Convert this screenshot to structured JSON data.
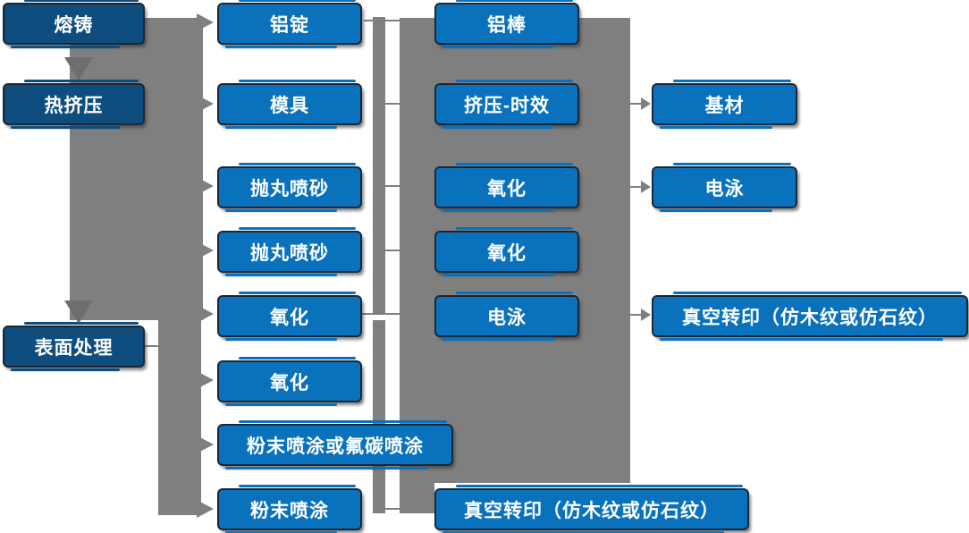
{
  "diagram": {
    "description": "Aluminium profile production process flowchart",
    "palette": {
      "background": "#ffffff",
      "node_dark_blue": "#0e4d7e",
      "node_bright_blue": "#0a72bd",
      "connector_gray": "#7f7f7f",
      "arrowhead_gray": "#6e6e6e",
      "node_border": "#1c2733",
      "text": "#ffffff"
    },
    "nodes": [
      {
        "id": "melt-casting",
        "label": "熔铸",
        "column": 1,
        "variant": "dark"
      },
      {
        "id": "hot-extrusion",
        "label": "热挤压",
        "column": 1,
        "variant": "dark"
      },
      {
        "id": "surface-treatment",
        "label": "表面处理",
        "column": 1,
        "variant": "dark"
      },
      {
        "id": "al-ingot",
        "label": "铝锭",
        "column": 2,
        "variant": "bright"
      },
      {
        "id": "mold",
        "label": "模具",
        "column": 2,
        "variant": "bright"
      },
      {
        "id": "shot-blasting-1",
        "label": "抛丸喷砂",
        "column": 2,
        "variant": "bright"
      },
      {
        "id": "shot-blasting-2",
        "label": "抛丸喷砂",
        "column": 2,
        "variant": "bright"
      },
      {
        "id": "oxidation-a",
        "label": "氧化",
        "column": 2,
        "variant": "bright"
      },
      {
        "id": "oxidation-b",
        "label": "氧化",
        "column": 2,
        "variant": "bright"
      },
      {
        "id": "powder-or-fluorocarbon",
        "label": "粉末喷涂或氟碳喷涂",
        "column": 2,
        "variant": "bright"
      },
      {
        "id": "powder-coating",
        "label": "粉末喷涂",
        "column": 2,
        "variant": "bright"
      },
      {
        "id": "al-rod",
        "label": "铝棒",
        "column": 3,
        "variant": "bright"
      },
      {
        "id": "extrusion-aging",
        "label": "挤压-时效",
        "column": 3,
        "variant": "bright"
      },
      {
        "id": "oxidation-c",
        "label": "氧化",
        "column": 3,
        "variant": "bright"
      },
      {
        "id": "oxidation-d",
        "label": "氧化",
        "column": 3,
        "variant": "bright"
      },
      {
        "id": "electrophoresis-a",
        "label": "电泳",
        "column": 3,
        "variant": "bright"
      },
      {
        "id": "vacuum-transfer-a",
        "label": "真空转印（仿木纹或仿石纹）",
        "column": 3,
        "variant": "bright"
      },
      {
        "id": "base-material",
        "label": "基材",
        "column": 4,
        "variant": "bright"
      },
      {
        "id": "electrophoresis-b",
        "label": "电泳",
        "column": 4,
        "variant": "bright"
      },
      {
        "id": "vacuum-transfer-b",
        "label": "真空转印（仿木纹或仿石纹）",
        "column": 4,
        "variant": "bright"
      }
    ],
    "arrows": {
      "down_arrow_targets": [
        "hot-extrusion",
        "surface-treatment"
      ],
      "right_arrow_targets_column2": [
        "al-ingot",
        "mold",
        "shot-blasting-1",
        "shot-blasting-2",
        "oxidation-a",
        "oxidation-b",
        "powder-or-fluorocarbon",
        "powder-coating"
      ],
      "right_arrow_targets_column4": [
        "base-material",
        "electrophoresis-b",
        "vacuum-transfer-b"
      ],
      "thin_link": "surface-treatment"
    }
  }
}
